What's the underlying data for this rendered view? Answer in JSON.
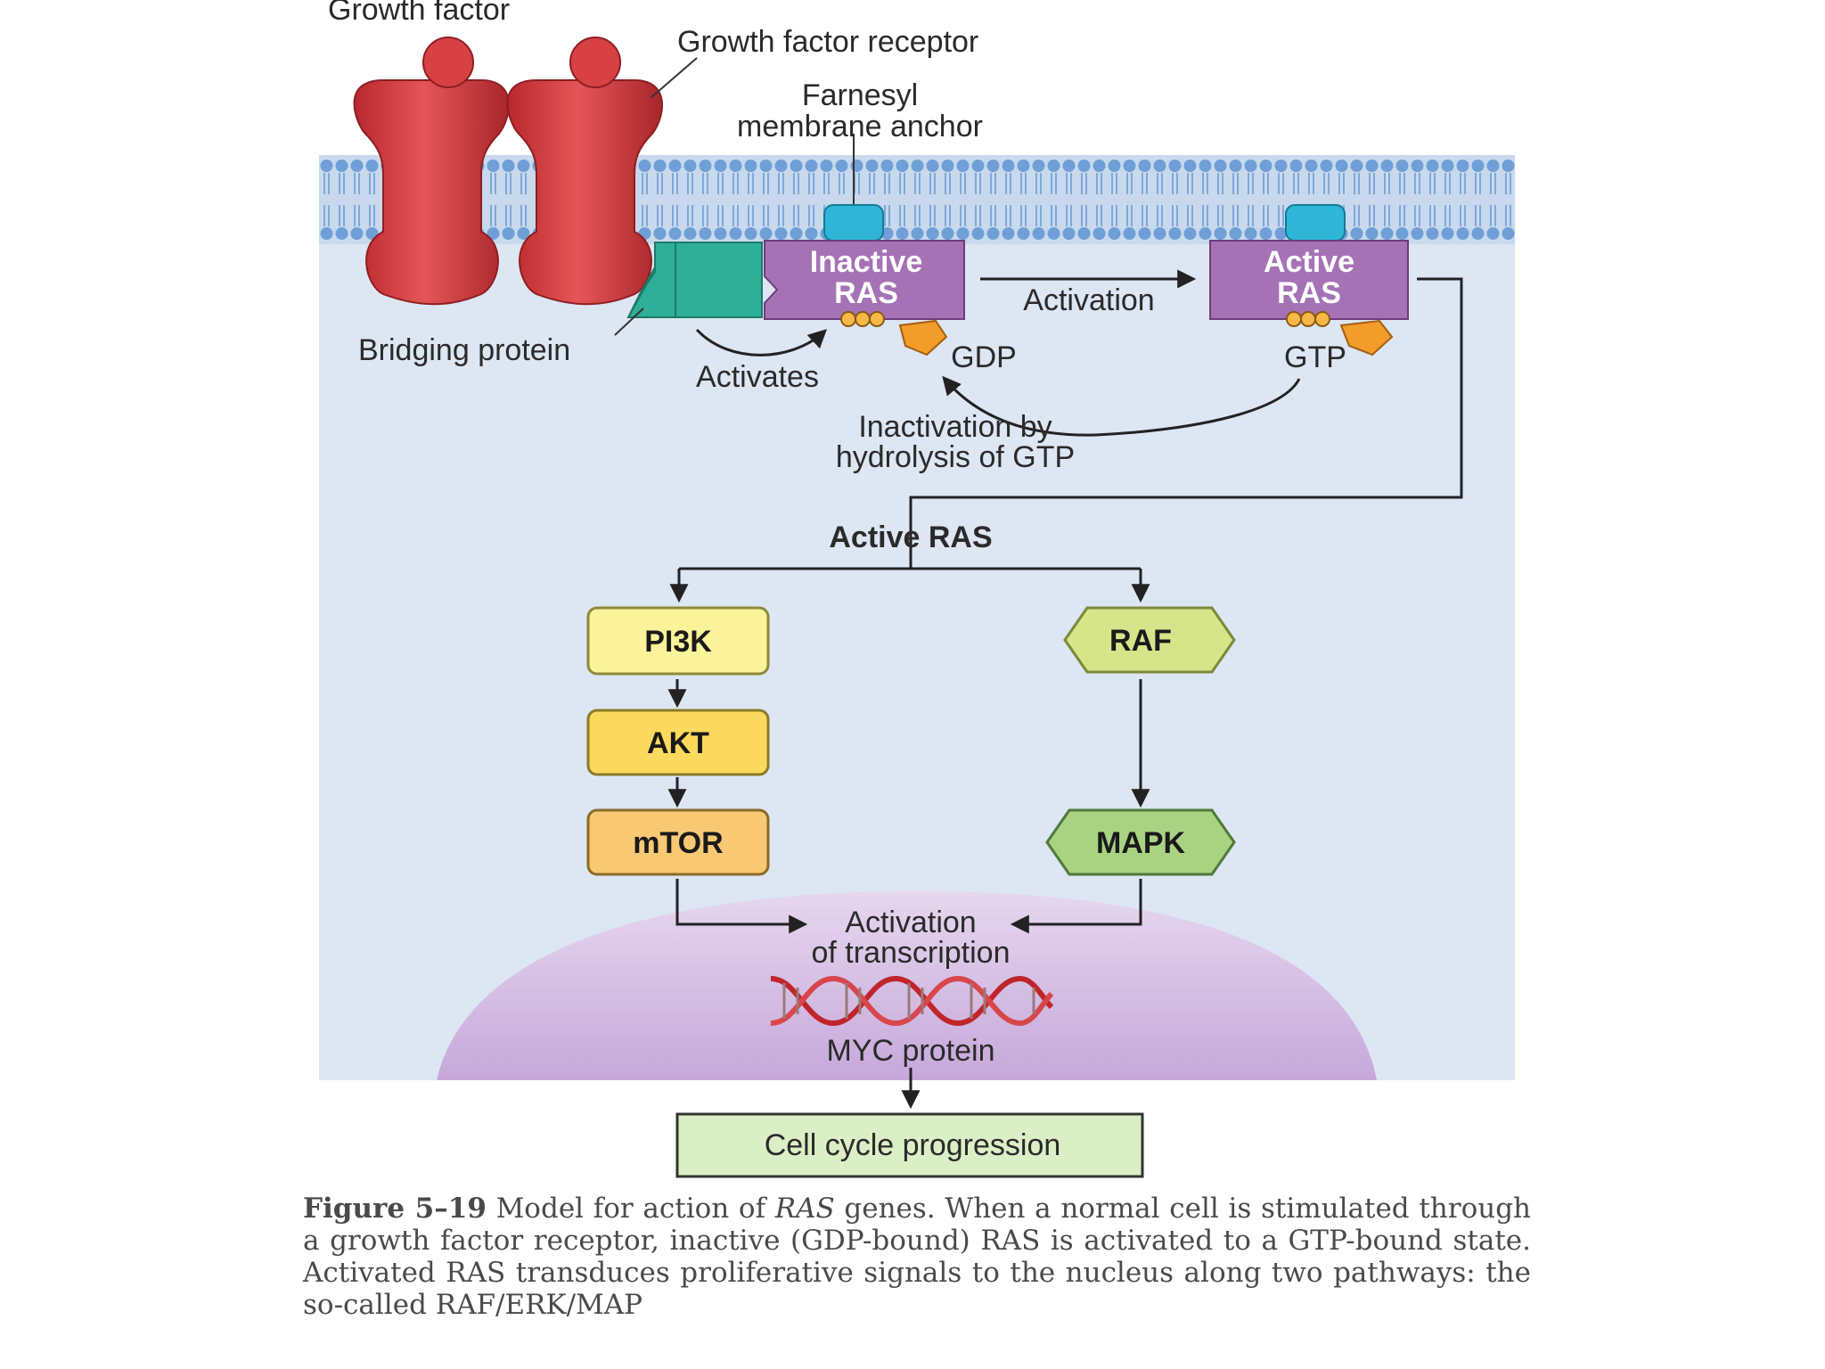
{
  "labels": {
    "growth_factor": "Growth factor",
    "growth_factor_receptor": "Growth factor receptor",
    "farnesyl_line1": "Farnesyl",
    "farnesyl_line2": "membrane anchor",
    "inactive_ras_line1": "Inactive",
    "inactive_ras_line2": "RAS",
    "active_ras_line1": "Active",
    "active_ras_line2": "RAS",
    "activation": "Activation",
    "bridging_protein": "Bridging protein",
    "activates": "Activates",
    "gdp": "GDP",
    "gtp": "GTP",
    "inactivation_line1": "Inactivation by",
    "inactivation_line2": "hydrolysis of GTP",
    "active_ras_branch": "Active RAS",
    "pi3k": "PI3K",
    "akt": "AKT",
    "mtor": "mTOR",
    "raf": "RAF",
    "mapk": "MAPK",
    "transcription_line1": "Activation",
    "transcription_line2": "of transcription",
    "myc_protein": "MYC protein",
    "cell_cycle": "Cell cycle progression"
  },
  "caption": {
    "figure": "Figure 5–19",
    "text_before": " Model for action of ",
    "italic": "RAS",
    "text_after": " genes. When a normal cell is stimulated through a growth factor receptor, inactive (GDP-bound) RAS is activated to a GTP-bound state. Activated RAS transduces proliferative signals to the nucleus along two pathways: the so-called RAF/ERK/MAP"
  },
  "colors": {
    "cytoplasm": "#dde6f3",
    "membrane": "#8fb2de",
    "receptor": "#d2393c",
    "ras": "#a672b6",
    "bridging": "#2fae98",
    "farnesyl": "#2fb6d6",
    "phosphate": "#f29c2a",
    "nucleus": "#cdb3de",
    "pi3k": "#fbf39a",
    "akt": "#fbd95d",
    "mtor": "#f8c873",
    "raf": "#d7e58a",
    "mapk": "#a9d382",
    "cell_cycle": "#dbefc6"
  }
}
